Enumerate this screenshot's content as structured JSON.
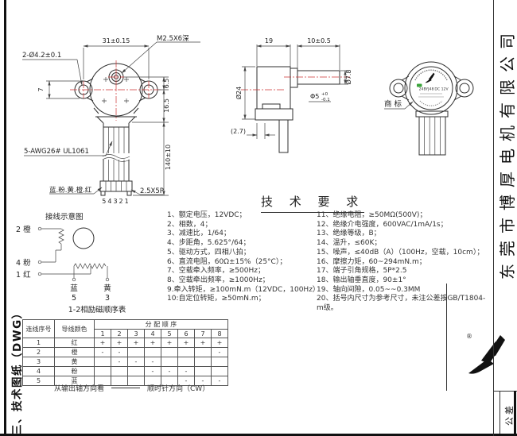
{
  "margins": {
    "section_title": "三、技术图纸（DWG）",
    "company_name": "东莞市博厚电机有限公司",
    "tolerance_label": "公差",
    "registered_mark": "®"
  },
  "front_view": {
    "width_dim": "31±0.15",
    "screw_label": "M2.5X6深",
    "holes_label": "2-Ø4.2±0.1",
    "ear_height": "7",
    "dim_6_5": "6.5",
    "dim_16_5": "16.5",
    "wire_length": "140±10",
    "wire_spec": "5-AWG26# UL1061",
    "wire_colors": "蓝.粉.黄.橙.红",
    "connector_label": "2.5X5P",
    "pin_numbers": "54321"
  },
  "side_view": {
    "body_length": "19",
    "shaft_length": "10±0.5",
    "body_dia": "Ø24",
    "boss_dia": "Ø7.8",
    "shaft_dia": "Φ5",
    "shaft_tol_top": "+0",
    "shaft_tol_bottom": "-0.1",
    "offset_dim": "(2.7)"
  },
  "rear_view": {
    "trademark_label": "商 标",
    "label_model": "24BYJ48",
    "label_voltage": "DC 12V"
  },
  "tech_requirements": {
    "title": "技 术 要 求",
    "left": [
      "1、额定电压，12VDC；",
      "2、相数，4；",
      "3、减速比，1/64；",
      "4、步距角，5.625°/64；",
      "5、驱动方式，四相八拍；",
      "6、直流电阻，60Ω±15%（25°C）；",
      "7、空载牵入频率，≥500Hz；",
      "8、空载牵出频率，≥1000Hz；",
      "9.牵入转矩，≥100mN.m（12VDC，100Hz）",
      "10:自定位转矩，≥50mN.m；"
    ],
    "right": [
      "11、绝缘电阻，≥50MΩ(500V)；",
      "12、绝缘介电强度，600VAC/1mA/1s；",
      "13、绝缘等级，B；",
      "14、温升，≤60K；",
      "15、噪声，≤40dB（A）（100Hz，空载，10cm）；",
      "16、摩擦力矩，60~294mN.m；",
      "17、端子引角规格，5P*2.5",
      "18、输出轴垂直度，90±1°",
      "19、轴向间隙，0.05~~0.3MM",
      "20、括号内尺寸为参考尺寸，未注公差按GB/T1804-m级。"
    ]
  },
  "wiring": {
    "title": "接线示意图",
    "terminal_2": "2 橙",
    "terminal_4": "4 粉",
    "terminal_1": "1 红",
    "terminal_5_color": "蓝",
    "terminal_5_num": "5",
    "terminal_3_color": "黄",
    "terminal_3_num": "3",
    "caption": "1-2相励磁顺序表"
  },
  "sequence_table": {
    "col_seq": "连线序号",
    "col_color": "导线颜色",
    "col_order": "分 配 顺 序",
    "steps": [
      "1",
      "2",
      "3",
      "4",
      "5",
      "6",
      "7",
      "8"
    ],
    "rows": [
      {
        "seq": "1",
        "color": "红",
        "s": [
          "+",
          "+",
          "+",
          "+",
          "+",
          "+",
          "+",
          "+"
        ]
      },
      {
        "seq": "2",
        "color": "橙",
        "s": [
          "-",
          "-",
          "",
          "",
          "",
          "",
          "",
          "-"
        ]
      },
      {
        "seq": "3",
        "color": "黄",
        "s": [
          "",
          "-",
          "-",
          "-",
          "",
          "",
          "",
          ""
        ]
      },
      {
        "seq": "4",
        "color": "粉",
        "s": [
          "",
          "",
          "",
          "-",
          "-",
          "-",
          "",
          ""
        ]
      },
      {
        "seq": "5",
        "color": "蓝",
        "s": [
          "",
          "",
          "",
          "",
          "",
          "-",
          "-",
          "-"
        ]
      }
    ],
    "footer_view": "从输出轴方向看",
    "footer_dir": "顺时针方向（CW）"
  },
  "colors": {
    "centerline": "#cc3333",
    "line": "#2f2f2f",
    "label_green": "#3aa33a"
  }
}
